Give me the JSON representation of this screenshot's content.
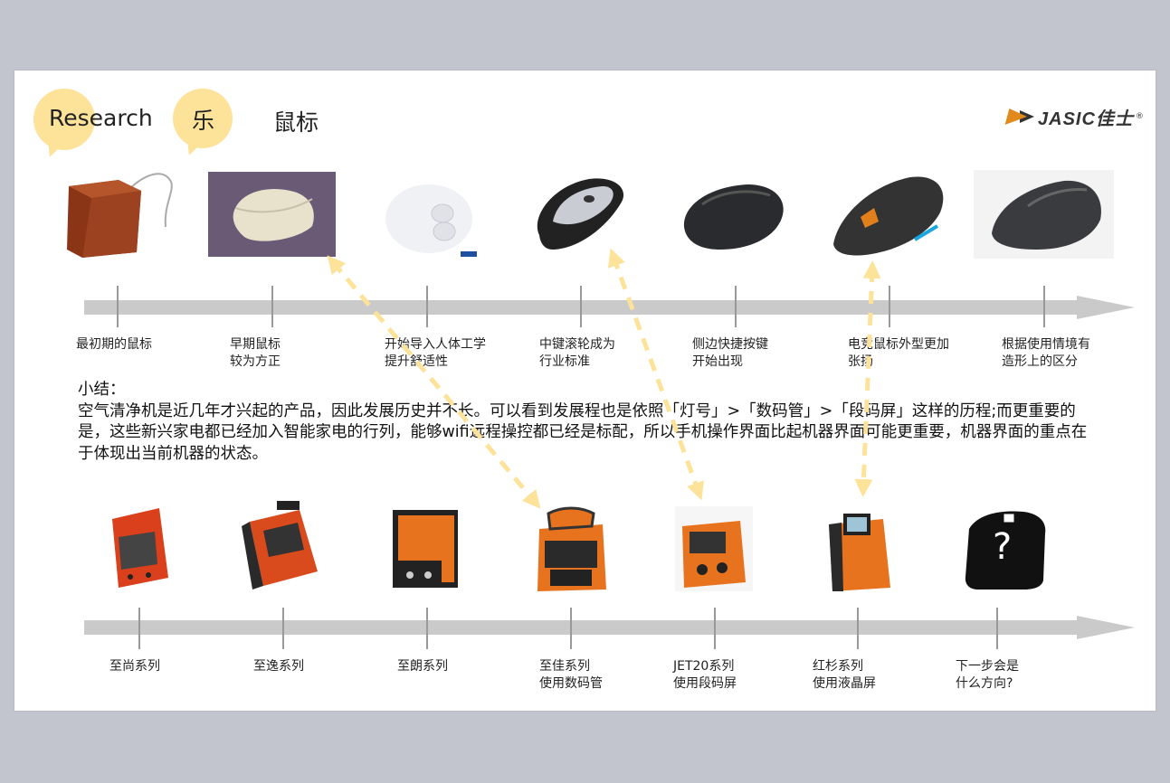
{
  "header": {
    "research": "Research",
    "le": "乐",
    "topic": "鼠标"
  },
  "logo": {
    "text": "JASIC佳士",
    "reg": "®"
  },
  "mouse_timeline": {
    "labels": [
      [
        "最初期的鼠标"
      ],
      [
        "早期鼠标",
        "较为方正"
      ],
      [
        "开始导入人体工学",
        "提升舒适性"
      ],
      [
        "中键滚轮成为",
        "行业标准"
      ],
      [
        "侧边快捷按键",
        "开始出现"
      ],
      [
        "电竞鼠标外型更加",
        "张扬"
      ],
      [
        "根据使用情境有",
        "造形上的区分"
      ]
    ]
  },
  "summary": {
    "heading": "小结：",
    "body": "空气清净机是近几年才兴起的产品，因此发展历史并不长。可以看到发展程也是依照「灯号」>「数码管」>「段码屏」这样的历程;而更重要的是，这些新兴家电都已经加入智能家电的行列，能够wifi远程操控都已经是标配，所以手机操作界面比起机器界面可能更重要，机器界面的重点在于体现出当前机器的状态。"
  },
  "welder_timeline": {
    "labels": [
      [
        "至尚系列"
      ],
      [
        "至逸系列"
      ],
      [
        "至朗系列"
      ],
      [
        "至佳系列",
        "使用数码管"
      ],
      [
        "JET20系列",
        "使用段码屏"
      ],
      [
        "红杉系列",
        "使用液晶屏"
      ],
      [
        "下一步会是",
        "什么方向?"
      ]
    ],
    "unknown_mark": "?"
  },
  "colors": {
    "bubble": "#fde29a",
    "axis": "#cacaca",
    "connector": "#fde29a",
    "welder_orange": "#e8731e"
  }
}
